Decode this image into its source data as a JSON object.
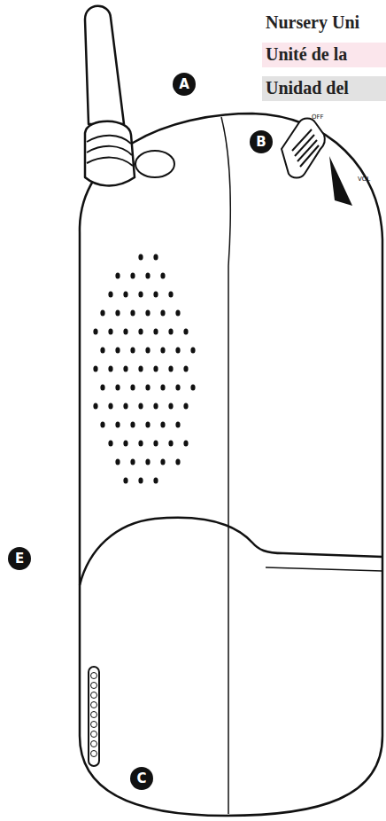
{
  "diagram": {
    "nodes": [
      {
        "text": [
          "Unité de la"
        ]
      },
      {
        "text": [
          "Unidad del"
        ]
      }
    ],
    "labels": [
      "Nursery Uni",
      "A",
      "B",
      "OFF",
      "VOL",
      "E",
      "C"
    ]
  }
}
